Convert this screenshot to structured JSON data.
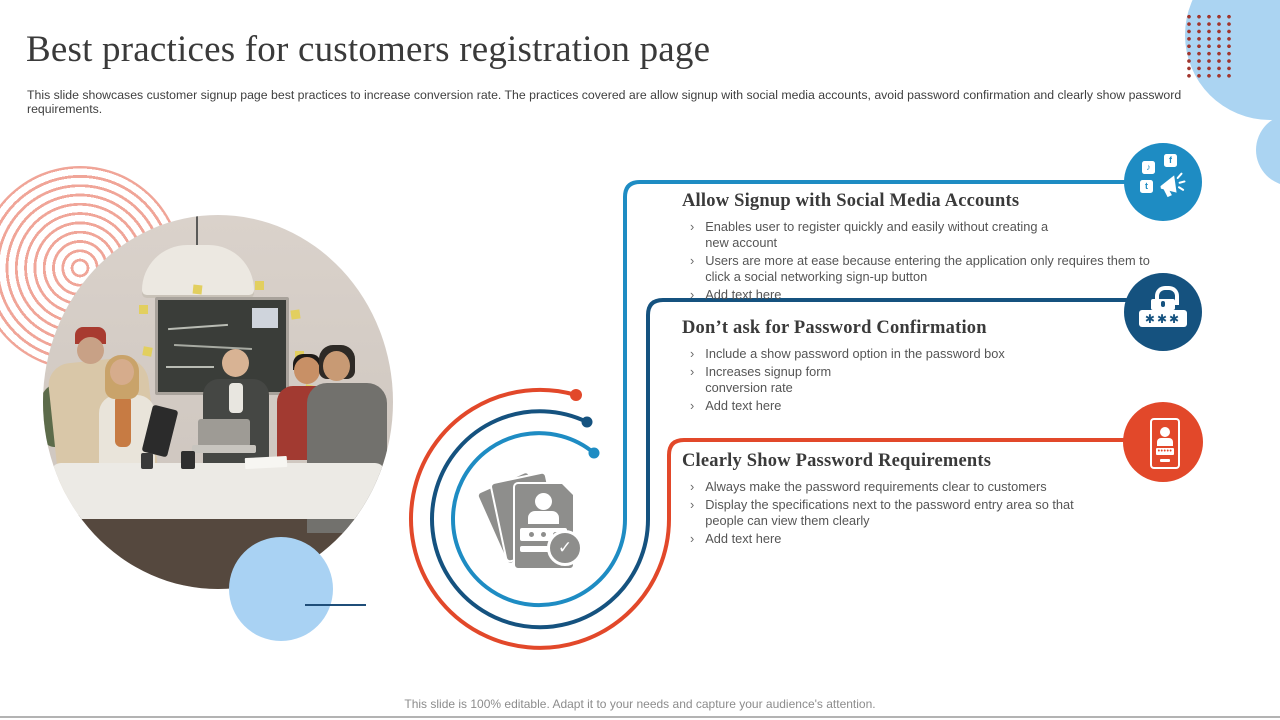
{
  "slide": {
    "title": "Best practices for customers registration page",
    "subtitle": "This slide showcases customer signup page best practices to increase conversion rate. The practices covered are allow signup with social media accounts, avoid password confirmation and clearly show password requirements.",
    "footer": "This slide is 100% editable. Adapt it to your needs and capture your audience's attention."
  },
  "sections": [
    {
      "heading": "Allow Signup with Social Media Accounts",
      "icon": "social-media-megaphone",
      "bullets": [
        "Enables user to register quickly and easily without creating a\nnew account",
        "Users are more at ease because entering the application only requires them to\nclick a social networking sign-up button",
        "Add text here"
      ]
    },
    {
      "heading": "Don’t ask for Password Confirmation",
      "icon": "password-lock",
      "bullets": [
        "Include a show password option in the password box",
        "Increases signup form\nconversion rate",
        "Add text here"
      ]
    },
    {
      "heading": "Clearly Show Password Requirements",
      "icon": "phone-password",
      "bullets": [
        "Always make the password requirements clear to customers",
        "Display the specifications next to the password entry area so that\npeople can view them clearly",
        "Add text here"
      ]
    }
  ],
  "glyphs": {
    "bullet": "›",
    "social_note": "♪",
    "social_f": "f",
    "social_t": "t",
    "password_mask": "✱✱✱",
    "phone_dots": "•••••",
    "check": "✓"
  },
  "colors": {
    "light_blue": "#1e8cc3",
    "dark_blue": "#15527f",
    "red": "#e2482a",
    "pale_blue": "#abd4f2",
    "salmon_rings": "#f0a598",
    "icon_gray": "#8e8e8c"
  }
}
